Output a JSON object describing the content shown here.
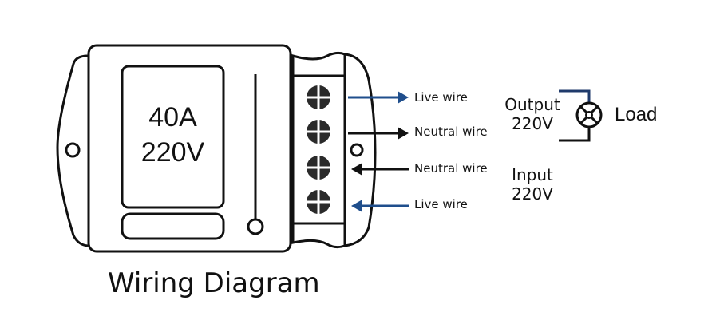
{
  "device": {
    "current_rating": "40A",
    "voltage_rating": "220V",
    "terminal_count": 4
  },
  "wires": [
    {
      "label": "Live wire",
      "direction": "out",
      "color": "#1f4e8c"
    },
    {
      "label": "Neutral wire",
      "direction": "out",
      "color": "#111111"
    },
    {
      "label": "Neutral wire",
      "direction": "in",
      "color": "#111111"
    },
    {
      "label": "Live wire",
      "direction": "in",
      "color": "#1f4e8c"
    }
  ],
  "output": {
    "label": "Output",
    "voltage": "220V"
  },
  "input": {
    "label": "Input",
    "voltage": "220V"
  },
  "load": {
    "label": "Load",
    "icon": "lamp-icon"
  },
  "title": "Wiring Diagram",
  "colors": {
    "line": "#111111",
    "live": "#1f4e8c",
    "output_wire": "#1f3a6b"
  }
}
